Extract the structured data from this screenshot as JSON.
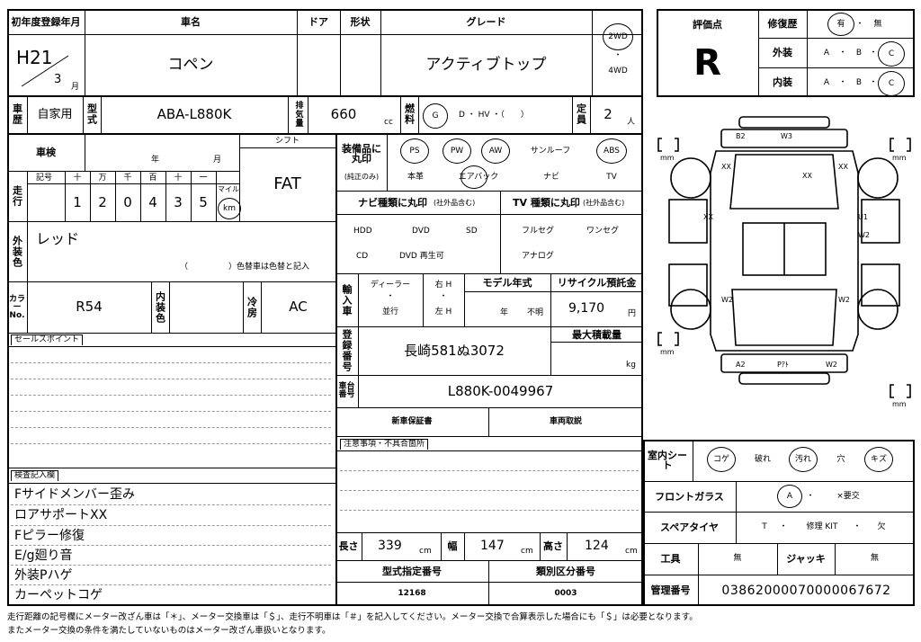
{
  "header": {
    "first_reg_label": "初年度登録年月",
    "first_reg_era": "H21",
    "first_reg_month": "3",
    "month_unit": "月",
    "car_name_label": "車名",
    "car_name": "コペン",
    "door_label": "ドア",
    "shape_label": "形状",
    "grade_label": "グレード",
    "grade": "アクティブトップ",
    "drive_2wd": "2WD",
    "drive_dot": "・",
    "drive_4wd": "4WD"
  },
  "evaluation": {
    "score_label": "評価点",
    "score": "R",
    "repair_label": "修復歴",
    "repair_yes": "有",
    "repair_dot": "・",
    "repair_no": "無",
    "exterior_label": "外装",
    "interior_label": "内装",
    "grade_options": [
      "A",
      "・",
      "B",
      "・",
      "C"
    ]
  },
  "row2": {
    "usage_label": "車歴",
    "usage_value": "自家用",
    "model_label": "型式",
    "model_value": "ABA-L880K",
    "displacement_label": "排気量",
    "displacement_value": "660",
    "displacement_unit": "cc",
    "fuel_label": "燃料",
    "fuel_options": "D ・ HV ・（　　）",
    "fuel_selected": "G",
    "capacity_label": "定員",
    "capacity_value": "2",
    "capacity_unit": "人"
  },
  "inspection": {
    "label": "車検",
    "year_unit": "年",
    "month_unit": "月",
    "shift_label": "シフト",
    "shift_value": "FAT"
  },
  "mileage": {
    "label": "走行",
    "symbol_label": "記号",
    "digit_headers": [
      "十",
      "万",
      "千",
      "百",
      "十",
      "一"
    ],
    "digits": [
      "1",
      "2",
      "0",
      "4",
      "3",
      "5"
    ],
    "mile_label": "マイル",
    "km_label": "km"
  },
  "exterior_color": {
    "label": "外装色",
    "value": "レッド",
    "note": "（　　　　　）色替車は色替と記入"
  },
  "color_no": {
    "label": "カラーNo.",
    "value": "R54",
    "interior_color_label": "内装色",
    "ac_label": "冷房",
    "ac_value": "AC"
  },
  "sales_point": {
    "label": "セールスポイント"
  },
  "inspector": {
    "label": "検査記入欄",
    "notes": [
      "Fサイドメンバー歪み",
      "ロアサポートXX",
      "Fピラー修復",
      "E/g廻り音",
      "外装Pハゲ",
      "カーペットコゲ"
    ]
  },
  "equipment": {
    "label": "装備品に丸印",
    "sublabel": "(純正のみ)",
    "ps": "PS",
    "pw": "PW",
    "aw": "AW",
    "sunroof": "サンルーフ",
    "abs": "ABS",
    "leather": "本革",
    "airbag": "エアバック",
    "navi": "ナビ",
    "tv": "TV"
  },
  "navi_types": {
    "label": "ナビ種類に丸印",
    "sub": "(社外品含む)",
    "items": [
      "HDD",
      "DVD",
      "SD",
      "CD",
      "DVD 再生可"
    ]
  },
  "tv_types": {
    "label": "TV 種類に丸印",
    "sub": "(社外品含む)",
    "items": [
      "フルセグ",
      "ワンセグ",
      "アナログ"
    ]
  },
  "import": {
    "label": "輸入車",
    "dealer": "ディーラー",
    "dot": "・",
    "parallel": "並行",
    "rh": "右 H",
    "lh": "左 H",
    "model_year_label": "モデル年式",
    "year_unit": "年",
    "unknown": "不明",
    "recycle_label": "リサイクル預託金",
    "recycle_value": "9,170",
    "yen": "円"
  },
  "registration": {
    "label": "登録番号",
    "value": "長崎581ぬ3072",
    "max_load_label": "最大積載量",
    "kg": "kg"
  },
  "chassis": {
    "label": "車台番号",
    "value": "L880K-0049967"
  },
  "warranty": {
    "new_car": "新車保証書",
    "manual": "車両取説"
  },
  "caution": {
    "label": "注意事項・不具合箇所"
  },
  "dimensions": {
    "length_label": "長さ",
    "length": "339",
    "width_label": "幅",
    "width": "147",
    "height_label": "高さ",
    "height": "124",
    "unit": "cm"
  },
  "type_numbers": {
    "designation_label": "型式指定番号",
    "designation": "12168",
    "category_label": "類別区分番号",
    "category": "0003"
  },
  "interior_sheet": {
    "label": "室内シート",
    "items": [
      "コゲ",
      "破れ",
      "汚れ",
      "穴",
      "キズ"
    ]
  },
  "windshield": {
    "label": "フロントガラス",
    "a": "A",
    "dot": "・",
    "replace": "×要交"
  },
  "spare_tire": {
    "label": "スペアタイヤ",
    "t": "T",
    "dot": "・",
    "kit": "修理 KIT",
    "missing": "欠"
  },
  "tools": {
    "label": "工具",
    "value": "無",
    "jack_label": "ジャッキ",
    "jack_value": "無"
  },
  "management": {
    "label": "管理番号",
    "value": "03862000070000067672"
  },
  "diagram": {
    "marks": [
      "B2",
      "W3",
      "XX",
      "XX",
      "XX",
      "XX",
      "U1",
      "W2",
      "W2",
      "W2",
      "A2",
      "Pｱﾄ",
      "W2"
    ],
    "tire_unit": "mm"
  },
  "footer": {
    "line1": "走行距離の記号欄にメーター改ざん車は「＊」、メーター交換車は「＄」、走行不明車は「＃」を記入してください。メーター交換で合算表示した場合にも「＄」は必要となります。",
    "line2": "またメーター交換の条件を満たしていないものはメーター改ざん車扱いとなります。"
  }
}
